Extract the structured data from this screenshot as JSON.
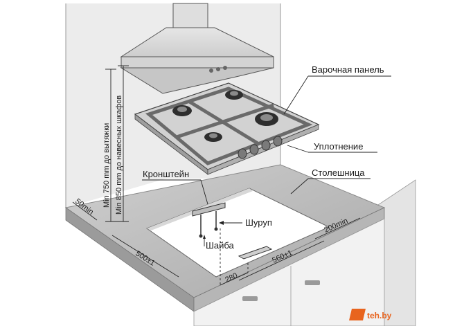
{
  "labels": {
    "hob_panel": "Варочная панель",
    "seal": "Уплотнение",
    "countertop": "Столешница",
    "bracket": "Кронштейн",
    "screw": "Шуруп",
    "washer": "Шайба"
  },
  "dimensions": {
    "hood_clearance": "Min 750 mm до вытяжки",
    "cabinet_clearance": "Min 850 mm до навесных шкафов",
    "side_clearance": "50min",
    "back_clearance": "200min",
    "cutout_depth": "500±1",
    "cutout_width": "560±1",
    "bracket_offset": "280"
  },
  "watermark": {
    "text": "teh.by",
    "color": "#e8641e"
  }
}
